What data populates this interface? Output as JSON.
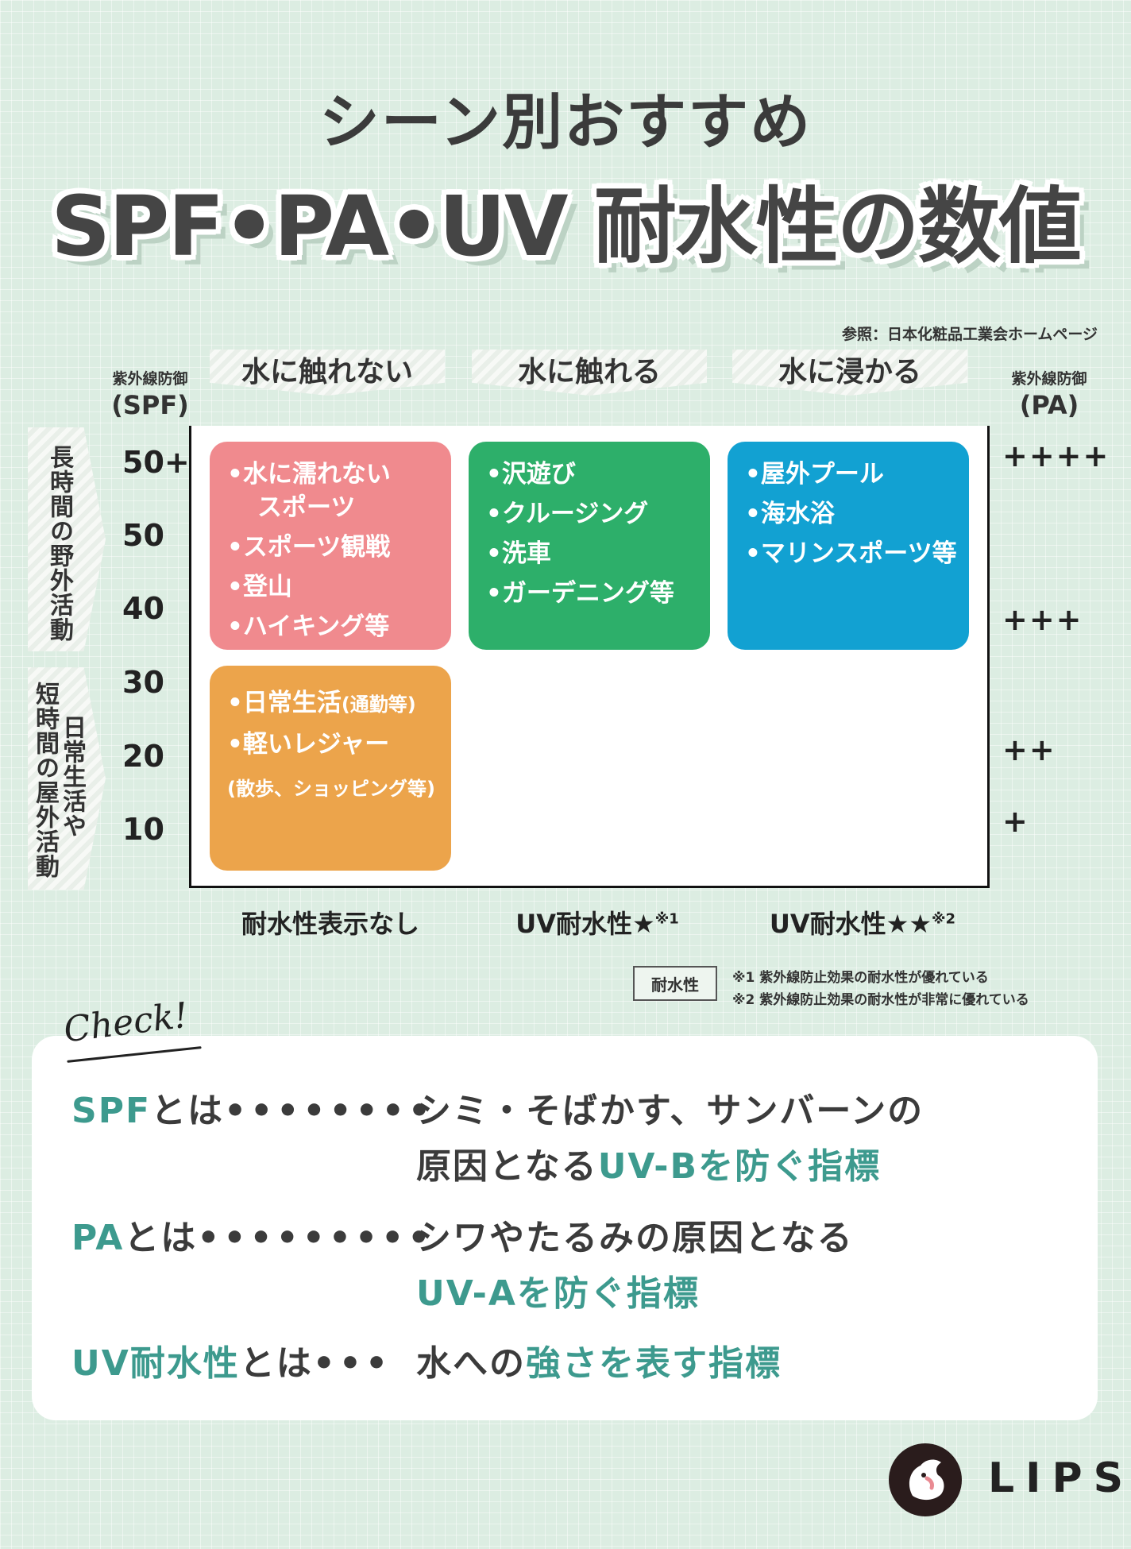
{
  "header": {
    "subtitle": "シーン別おすすめ",
    "title": "SPF•PA•UV 耐水性の数値",
    "reference": "参照：日本化粧品工業会ホームページ"
  },
  "axes": {
    "left_small": "紫外線防御",
    "left_big": "(SPF)",
    "right_small": "紫外線防御",
    "right_big": "(PA)",
    "columns": [
      "水に触れない",
      "水に触れる",
      "水に浸かる"
    ],
    "rows": [
      "長時間の野外活動",
      "日常生活や",
      "短時間の屋外活動"
    ],
    "spf_ticks": [
      "50+",
      "50",
      "40",
      "30",
      "20",
      "10"
    ],
    "pa_ticks": [
      "++++",
      "+++",
      "++",
      "+"
    ],
    "x_labels": {
      "none": "耐水性表示なし",
      "one": "UV耐水性★",
      "one_mark": "※1",
      "two": "UV耐水性★★",
      "two_mark": "※2"
    }
  },
  "boxes": {
    "pink": {
      "color": "#f08a8e",
      "items": [
        "•水に濡れない",
        "スポーツ",
        "•スポーツ観戦",
        "•登山",
        "•ハイキング等"
      ]
    },
    "green": {
      "color": "#2daf6a",
      "items": [
        "•沢遊び",
        "•クルージング",
        "•洗車",
        "•ガーデニング等"
      ]
    },
    "blue": {
      "color": "#12a1d2",
      "items": [
        "•屋外プール",
        "•海水浴",
        "•マリンスポーツ等"
      ]
    },
    "orange": {
      "color": "#eca44b",
      "item1_main": "•日常生活",
      "item1_note": "(通勤等)",
      "item2": "•軽いレジャー",
      "item3": "(散歩、ショッピング等)"
    }
  },
  "legend": {
    "label": "耐水性",
    "note1": "※1  紫外線防止効果の耐水性が優れている",
    "note2": "※2  紫外線防止効果の耐水性が非常に優れている"
  },
  "check": {
    "heading": "Check!",
    "spf_term": "SPF",
    "spf_wa": "とは",
    "spf_dots": "••••••••",
    "spf_line1": "シミ・そばかす、サンバーンの",
    "spf_line2_a": "原因となる",
    "spf_line2_b": "UV-Bを防ぐ指標",
    "pa_term": "PA",
    "pa_wa": "とは",
    "pa_dots": "•••••••••",
    "pa_line1": "シワやたるみの原因となる",
    "pa_line2": "UV-Aを防ぐ指標",
    "uv_term": "UV耐水性",
    "uv_wa": "とは",
    "uv_dots": "•••",
    "uv_line_a": "水への",
    "uv_line_b": "強さを表す指標"
  },
  "brand": {
    "name": "LIPS"
  }
}
